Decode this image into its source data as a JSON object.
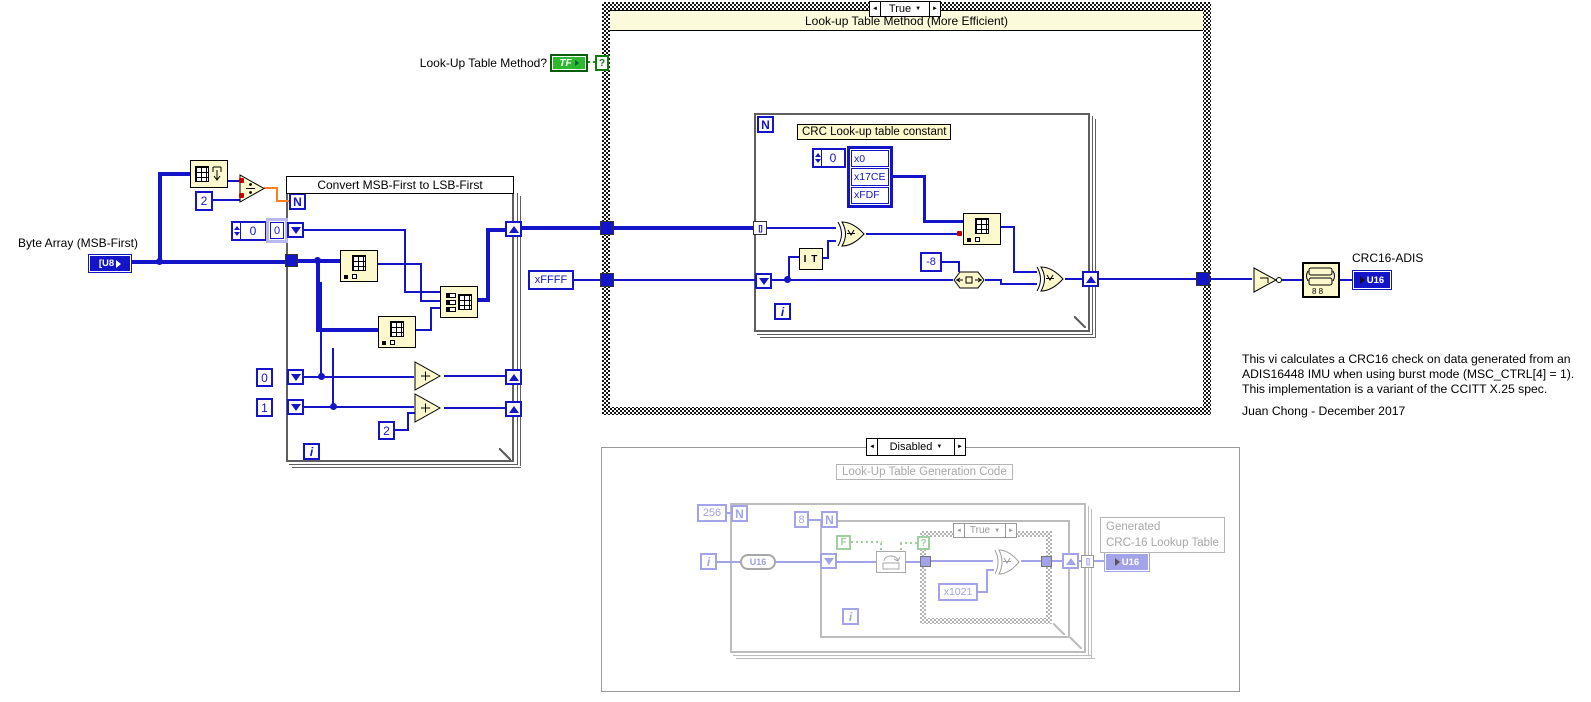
{
  "glyphs": {
    "prev": "◄",
    "next": "►",
    "drop": "▼"
  },
  "top_case": {
    "selector": "True",
    "title": "Look-up Table Method (More Efficient)",
    "selector_terminal": "?"
  },
  "lut_method_control": {
    "label": "Look-Up Table Method?",
    "terminal": "TF"
  },
  "byte_array_input": {
    "label": "Byte Array (MSB-First)",
    "terminal": "[U8"
  },
  "msb_prep": {
    "divisor": "2"
  },
  "convert_loop": {
    "title": "Convert MSB-First to LSB-First",
    "count": "N",
    "iter": "i",
    "shift_init_spinner": "0",
    "shift_init_value": "0",
    "const0": "0",
    "const1": "1",
    "const2": "2"
  },
  "crc_loop": {
    "count": "N",
    "iter": "i",
    "table_label": "CRC Look-up table constant",
    "index_spinner": "0",
    "table_values": [
      "x0",
      "x17CE",
      "xFDF"
    ],
    "seed": "xFFFF",
    "shift": "-8",
    "tunnel": "[]",
    "swap_glyph": "I T"
  },
  "output": {
    "label": "CRC16-ADIS",
    "terminal": "U16",
    "swap_bytes_glyph": "8 8"
  },
  "documentation": {
    "lines": [
      "This vi calculates a CRC16 check on data generated from an",
      "ADIS16448 IMU when using burst mode (MSC_CTRL[4] = 1).",
      "This implementation is a variant of the CCITT X.25 spec."
    ],
    "author": "Juan Chong - December 2017"
  },
  "disabled": {
    "selector": "Disabled",
    "title": "Look-Up Table Generation Code",
    "outer_count": "256",
    "outer_n": "N",
    "outer_i": "i",
    "to_u16": "U16",
    "inner_count": "8",
    "inner_n": "N",
    "inner_i": "i",
    "false_const": "F",
    "case_terminal": "?",
    "case_selector": "True",
    "poly": "x1021",
    "tunnel": "[]",
    "out_label1": "Generated",
    "out_label2": "CRC-16 Lookup Table",
    "out_terminal": "U16"
  }
}
